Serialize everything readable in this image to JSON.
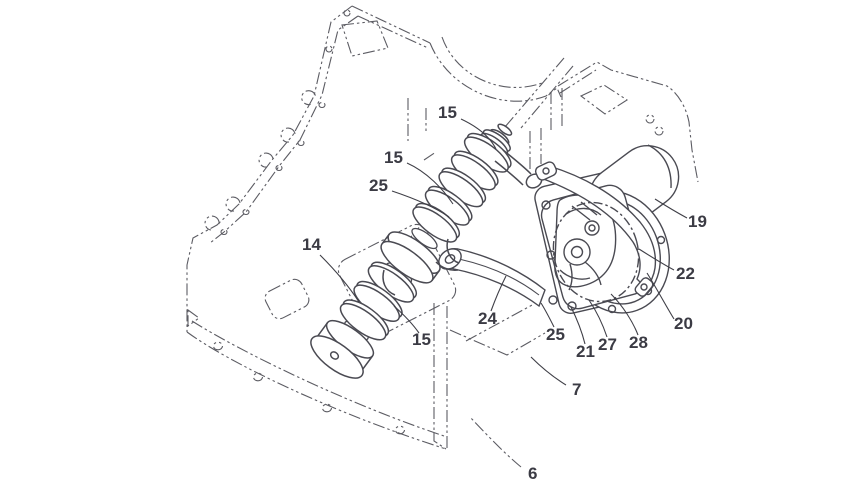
{
  "figure": {
    "kind": "patent-line-drawing",
    "background": "#ffffff",
    "stroke_color": "#4c4c54",
    "phantom_color": "#5c5c63",
    "label_color": "#3b3b44"
  },
  "labels": [
    {
      "text": "15"
    },
    {
      "text": "15"
    },
    {
      "text": "25"
    },
    {
      "text": "14"
    },
    {
      "text": "15"
    },
    {
      "text": "24"
    },
    {
      "text": "25"
    },
    {
      "text": "21"
    },
    {
      "text": "27"
    },
    {
      "text": "28"
    },
    {
      "text": "22"
    },
    {
      "text": "19"
    },
    {
      "text": "20"
    },
    {
      "text": "7"
    },
    {
      "text": "6"
    }
  ]
}
